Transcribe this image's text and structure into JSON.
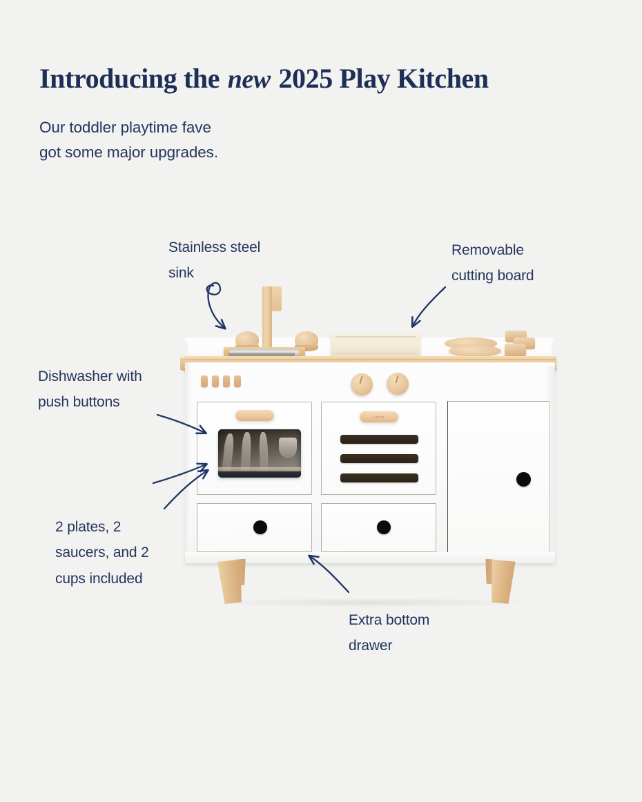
{
  "page": {
    "background_color": "#f2f2f0",
    "text_color": "#23355e"
  },
  "header": {
    "headline_part1": "Introducing the ",
    "headline_emphasis": "new",
    "headline_part2": " 2025 Play Kitchen",
    "subhead": "Our toddler playtime fave\ngot some major upgrades."
  },
  "callouts": [
    {
      "id": "sink",
      "label": "Stainless steel\nsink"
    },
    {
      "id": "board",
      "label": "Removable\ncutting board"
    },
    {
      "id": "dishwasher",
      "label": "Dishwasher with\npush buttons"
    },
    {
      "id": "dishes",
      "label": "2 plates, 2\nsaucers, and 2\ncups included"
    },
    {
      "id": "drawer",
      "label": "Extra bottom\ndrawer"
    }
  ],
  "product": {
    "name": "2025 Play Kitchen",
    "oven_handle_logo": "LOGO",
    "parts": {
      "counter_material": "plywood edge",
      "body_color": "#fdfdfd",
      "wood_color": "#e6c49a",
      "hole_color": "#0b0b0b",
      "oven_bar_color": "#2b2118"
    },
    "push_button_count": 4,
    "stove_knob_count": 2,
    "oven_bar_count": 3,
    "drawer_count": 2,
    "plate_count": 2,
    "cup_count": 3,
    "leg_count": 2
  },
  "arrow_color": "#1f3566"
}
